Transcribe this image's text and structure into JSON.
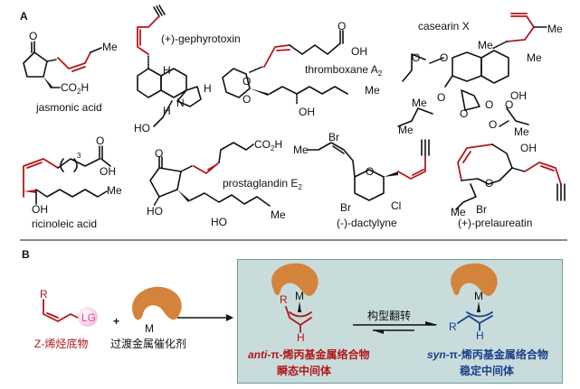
{
  "panel_a": {
    "letter": "A",
    "compounds": [
      {
        "name": "jasmonic acid",
        "atoms": {
          "ketone": "O",
          "me": "Me",
          "acid": "CO",
          "acid_sub": "2",
          "acid_h": "H"
        }
      },
      {
        "name": "(+)-gephyrotoxin",
        "atoms": {
          "h1": "H",
          "h2": "H",
          "h3": "H",
          "n": "N",
          "ho": "HO"
        }
      },
      {
        "name": "thromboxane A",
        "name_sub": "2",
        "atoms": {
          "o_top": "O",
          "oh_acid": "OH",
          "o1": "O",
          "o2": "O",
          "me": "Me",
          "oh": "OH"
        }
      },
      {
        "name": "casearin X",
        "atoms": {
          "me1": "Me",
          "me2": "Me",
          "me3": "Me",
          "o1": "O",
          "o2": "O",
          "me4": "Me",
          "oh": "OH",
          "o3": "O",
          "o4": "O",
          "o5": "O",
          "o6": "O",
          "me5": "Me",
          "me6": "Me",
          "o7": "O"
        }
      },
      {
        "name": "ricinoleic acid",
        "atoms": {
          "o": "O",
          "oh_acid": "OH",
          "n": "3",
          "me": "Me",
          "oh": "OH"
        }
      },
      {
        "name": "prostaglandin E",
        "name_sub": "2",
        "atoms": {
          "o": "O",
          "acid": "CO",
          "acid_sub": "2",
          "acid_h": "H",
          "ho1": "HO",
          "ho2": "HO",
          "me": "Me"
        }
      },
      {
        "name": "(-)-dactylyne",
        "atoms": {
          "br1": "Br",
          "me": "Me",
          "o": "O",
          "br2": "Br",
          "cl": "Cl"
        }
      },
      {
        "name": "(+)-prelaureatin",
        "atoms": {
          "oh": "OH",
          "o": "O",
          "me": "Me",
          "br": "Br"
        }
      }
    ]
  },
  "panel_b": {
    "letter": "B",
    "substrate": {
      "r": "R",
      "lg": "LG",
      "label": "Z-烯烃底物"
    },
    "plus": "+",
    "catalyst": {
      "metal": "M",
      "label": "过渡金属催化剂"
    },
    "box": {
      "anti": {
        "metal": "M",
        "r": "R",
        "h": "H",
        "label_prefix": "anti",
        "label_rest": "-π-烯丙基金属络合物",
        "sublabel": "瞬态中间体"
      },
      "equilibrium_label": "构型翻转",
      "syn": {
        "metal": "M",
        "r": "R",
        "h": "H",
        "label_prefix": "syn",
        "label_rest": "-π-烯丙基金属络合物",
        "sublabel": "稳定中间体"
      }
    },
    "colors": {
      "red": "#b3161b",
      "blue": "#1b3f8a",
      "catalyst": "#d4833a",
      "box_bg": "#c8dcdb",
      "lg_pink": "#e8409a"
    }
  }
}
